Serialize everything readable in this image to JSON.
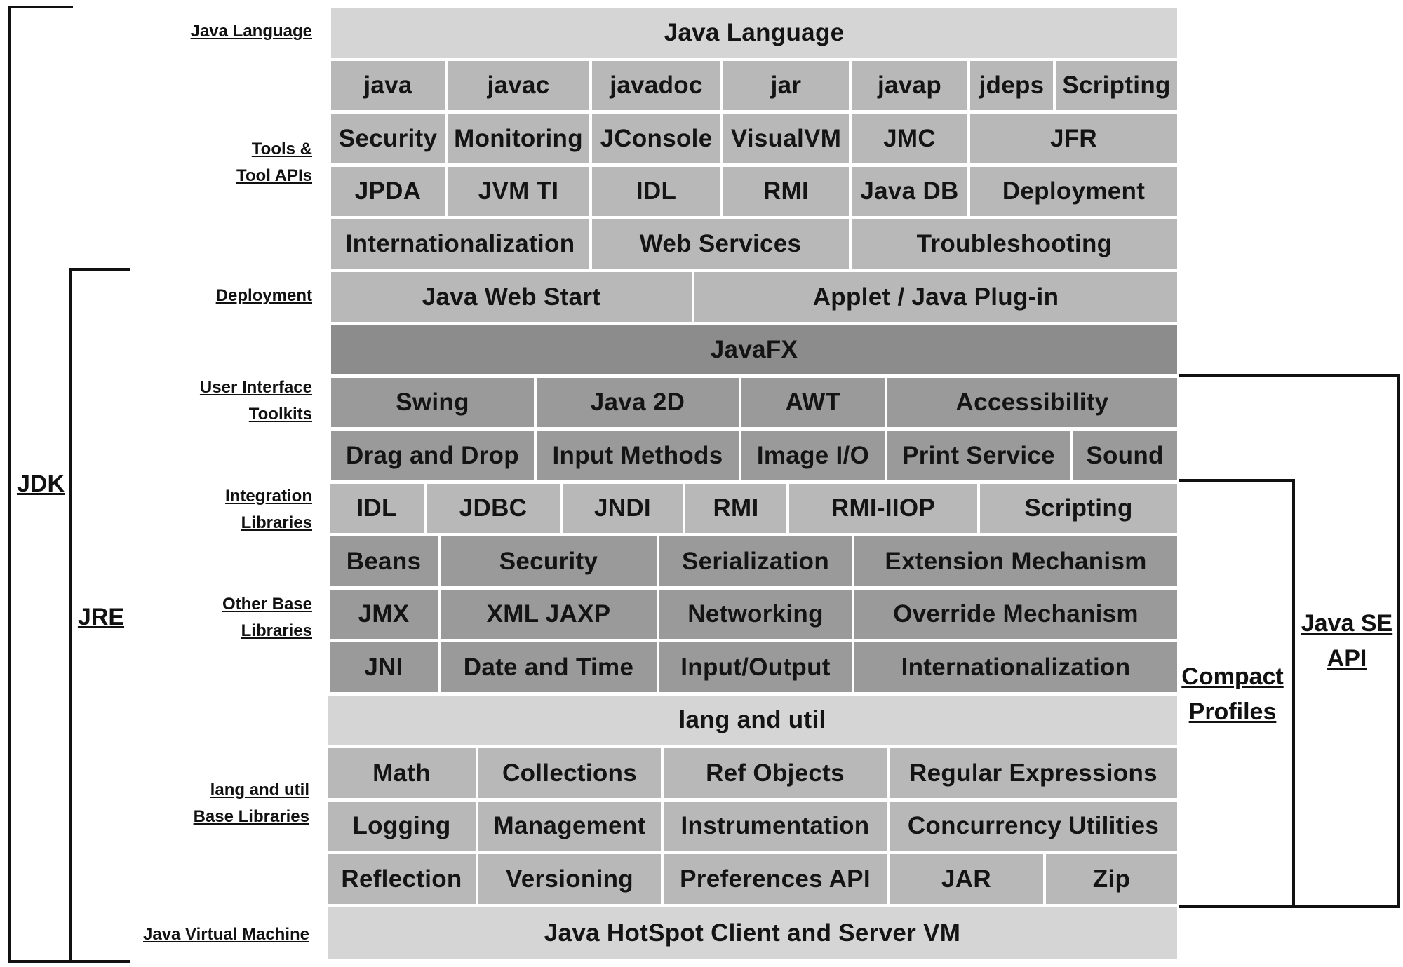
{
  "row_labels": {
    "java_language": [
      "Java Language"
    ],
    "tools": [
      "Tools &",
      "Tool APIs"
    ],
    "deployment": [
      "Deployment"
    ],
    "ui_toolkits": [
      "User Interface",
      "Toolkits"
    ],
    "integration": [
      "Integration",
      "Libraries"
    ],
    "other_base": [
      "Other Base",
      "Libraries"
    ],
    "lang_util_base": [
      "lang and util",
      "Base Libraries"
    ],
    "jvm": [
      "Java Virtual Machine"
    ]
  },
  "brackets": {
    "jdk": "JDK",
    "jre": "JRE",
    "compact_profiles": [
      "Compact",
      "Profiles"
    ],
    "java_se_api": [
      "Java SE",
      "API"
    ]
  },
  "rows": [
    {
      "shade": "light",
      "cells": [
        "Java Language"
      ]
    },
    {
      "shade": "mid",
      "cells": [
        "java",
        "javac",
        "javadoc",
        "jar",
        "javap",
        "jdeps",
        "Scripting"
      ]
    },
    {
      "shade": "mid",
      "cells": [
        "Security",
        "Monitoring",
        "JConsole",
        "VisualVM",
        "JMC",
        "JFR"
      ]
    },
    {
      "shade": "mid",
      "cells": [
        "JPDA",
        "JVM TI",
        "IDL",
        "RMI",
        "Java DB",
        "Deployment"
      ]
    },
    {
      "shade": "mid",
      "cells": [
        "Internationalization",
        "Web Services",
        "Troubleshooting"
      ]
    },
    {
      "shade": "mid",
      "cells": [
        "Java Web Start",
        "Applet / Java Plug-in"
      ]
    },
    {
      "shade": "darker",
      "cells": [
        "JavaFX"
      ]
    },
    {
      "shade": "dark",
      "cells": [
        "Swing",
        "Java 2D",
        "AWT",
        "Accessibility"
      ]
    },
    {
      "shade": "dark",
      "cells": [
        "Drag and Drop",
        "Input Methods",
        "Image I/O",
        "Print Service",
        "Sound"
      ]
    },
    {
      "shade": "mid",
      "cells": [
        "IDL",
        "JDBC",
        "JNDI",
        "RMI",
        "RMI-IIOP",
        "Scripting"
      ]
    },
    {
      "shade": "dark",
      "cells": [
        "Beans",
        "Security",
        "Serialization",
        "Extension Mechanism"
      ]
    },
    {
      "shade": "dark",
      "cells": [
        "JMX",
        "XML JAXP",
        "Networking",
        "Override Mechanism"
      ]
    },
    {
      "shade": "dark",
      "cells": [
        "JNI",
        "Date and Time",
        "Input/Output",
        "Internationalization"
      ]
    },
    {
      "shade": "light",
      "cells": [
        "lang and util"
      ]
    },
    {
      "shade": "mid",
      "cells": [
        "Math",
        "Collections",
        "Ref Objects",
        "Regular Expressions"
      ]
    },
    {
      "shade": "mid",
      "cells": [
        "Logging",
        "Management",
        "Instrumentation",
        "Concurrency Utilities"
      ]
    },
    {
      "shade": "mid",
      "cells": [
        "Reflection",
        "Versioning",
        "Preferences API",
        "JAR",
        "Zip"
      ]
    },
    {
      "shade": "light",
      "cells": [
        "Java HotSpot Client and Server VM"
      ]
    }
  ]
}
